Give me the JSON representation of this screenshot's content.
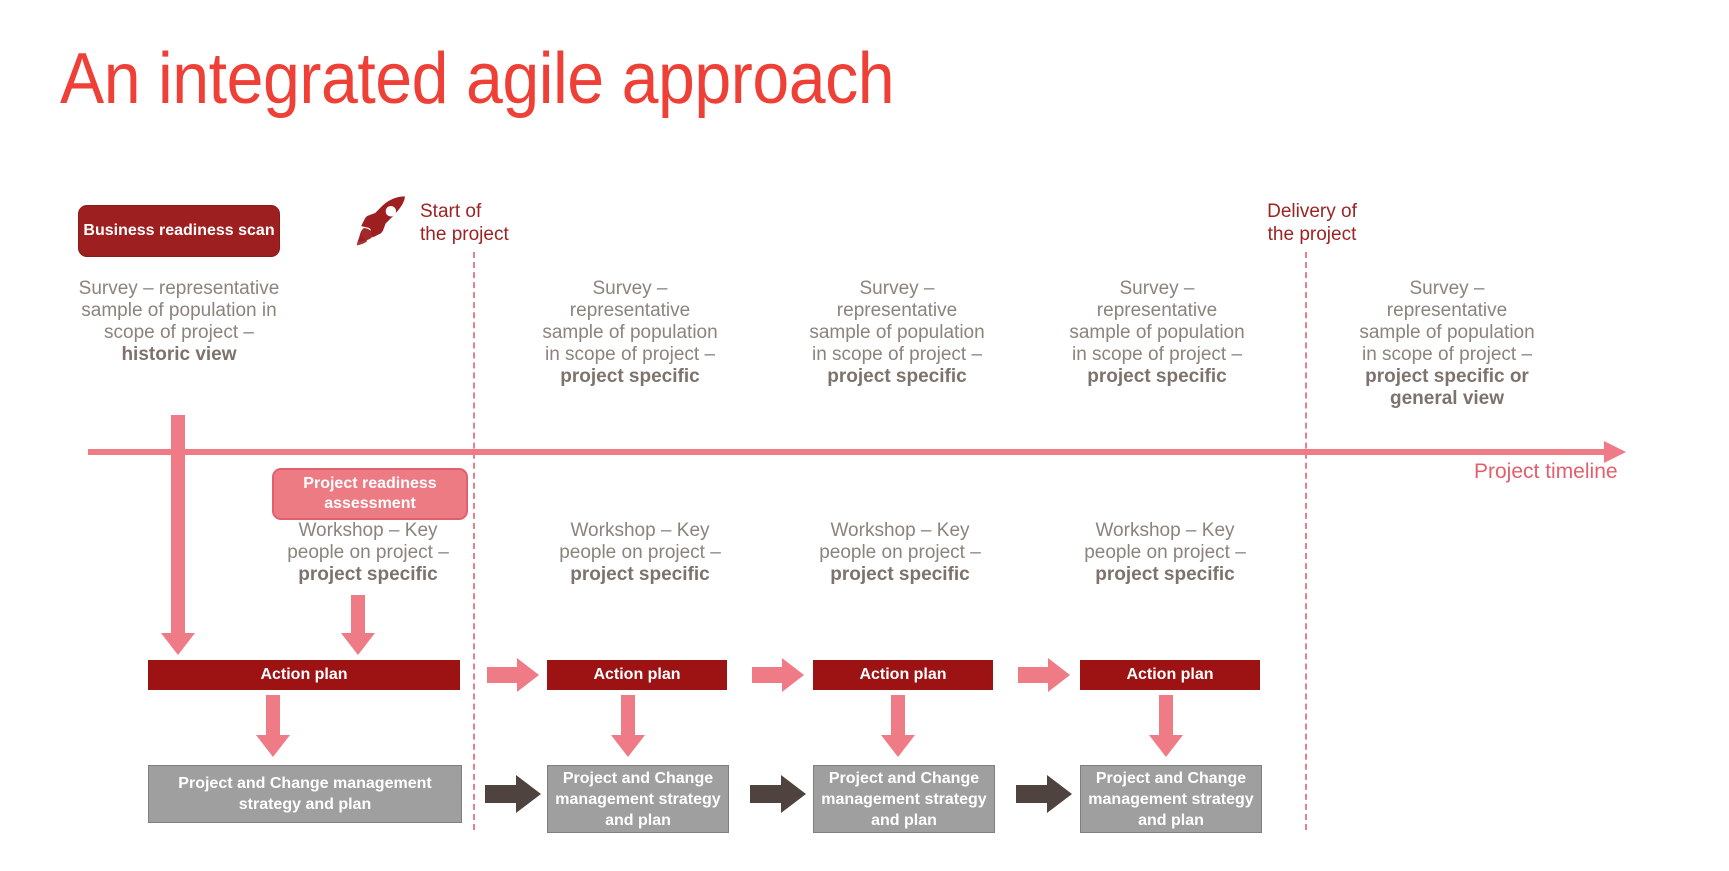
{
  "slide": {
    "title": "An integrated agile approach"
  },
  "badges": {
    "business_readiness": "Business readiness scan",
    "project_readiness": "Project readiness assessment"
  },
  "icons": {
    "rocket": "rocket-icon"
  },
  "milestones": [
    {
      "id": "start",
      "label": "Start of\nthe project"
    },
    {
      "id": "delivery",
      "label": "Delivery of\nthe project"
    }
  ],
  "timeline": {
    "label": "Project timeline"
  },
  "surveys": [
    {
      "normal": "Survey – representative sample of population in scope of project – ",
      "bold": "historic view"
    },
    {
      "normal": "Survey – representative sample of population in scope of project – ",
      "bold": "project specific"
    },
    {
      "normal": "Survey – representative sample of population in scope of project – ",
      "bold": "project specific"
    },
    {
      "normal": "Survey – representative sample of population in scope of project – ",
      "bold": "project specific"
    },
    {
      "normal": "Survey – representative sample of population in scope of project – ",
      "bold": "project specific or general view"
    }
  ],
  "workshops": [
    {
      "normal": "Workshop – Key people on project – ",
      "bold": "project specific"
    },
    {
      "normal": "Workshop – Key people on project – ",
      "bold": "project specific"
    },
    {
      "normal": "Workshop – Key people on project – ",
      "bold": "project specific"
    },
    {
      "normal": "Workshop – Key people on project – ",
      "bold": "project specific"
    }
  ],
  "action_plans": [
    {
      "label": "Action plan"
    },
    {
      "label": "Action plan"
    },
    {
      "label": "Action plan"
    },
    {
      "label": "Action plan"
    }
  ],
  "change_management": [
    {
      "label": "Project and Change management strategy and plan"
    },
    {
      "label": "Project and Change management strategy and plan"
    },
    {
      "label": "Project and Change management strategy and plan"
    },
    {
      "label": "Project and Change management strategy and plan"
    }
  ],
  "colors": {
    "title_red": "#ee4036",
    "dark_red": "#9d1313",
    "badge_dark_red": "#9d1f1f",
    "pink": "#ef7b87",
    "pink_badge": "#ed7b84",
    "grey_box": "#9f9f9f",
    "body_grey": "#8c837c",
    "dark_arrow": "#4e433e",
    "milestone_red": "#9d2323"
  }
}
